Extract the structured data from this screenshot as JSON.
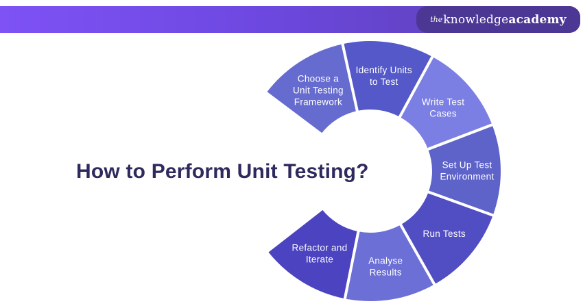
{
  "header": {
    "logo": {
      "prefix": "the",
      "word1": "knowledge",
      "word2": "academy"
    },
    "gradient_left_color": "#7e52f5",
    "gradient_right_color": "#5a3fae",
    "logo_plate_color": "#4c3795"
  },
  "main": {
    "title": "How to Perform Unit Testing?",
    "title_color": "#2e2a5e"
  },
  "chart_data": {
    "type": "donut-process",
    "title": "How to Perform Unit Testing?",
    "layout_hint": "C-shaped ring of 7 equal steps, opening facing left toward title",
    "segments": [
      {
        "label": "Choose a Unit Testing Framework",
        "lines": [
          "Choose a",
          "Unit Testing",
          "Framework"
        ],
        "color": "#666bd0"
      },
      {
        "label": "Identify Units to Test",
        "lines": [
          "Identify Units",
          "to Test"
        ],
        "color": "#5458c8"
      },
      {
        "label": "Write Test Cases",
        "lines": [
          "Write Test",
          "Cases"
        ],
        "color": "#7b7fe3"
      },
      {
        "label": "Set Up Test Environment",
        "lines": [
          "Set Up Test",
          "Environment"
        ],
        "color": "#5e63c9"
      },
      {
        "label": "Run Tests",
        "lines": [
          "Run Tests"
        ],
        "color": "#514dc2"
      },
      {
        "label": "Analyse Results",
        "lines": [
          "Analyse",
          "Results"
        ],
        "color": "#6b6fd6"
      },
      {
        "label": "Refactor and Iterate",
        "lines": [
          "Refactor and",
          "Iterate"
        ],
        "color": "#4c43c0"
      }
    ]
  }
}
